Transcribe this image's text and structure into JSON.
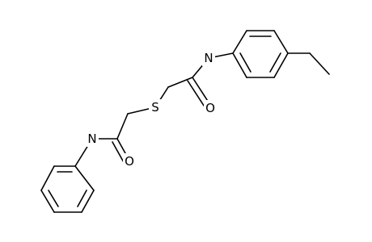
{
  "atoms": {
    "nitrogen_upper": "N",
    "oxygen_upper": "O",
    "sulfur": "S",
    "nitrogen_lower": "N",
    "oxygen_lower": "O"
  },
  "colors": {
    "bond": "#000000",
    "label": "#000000",
    "background": "#ffffff"
  }
}
